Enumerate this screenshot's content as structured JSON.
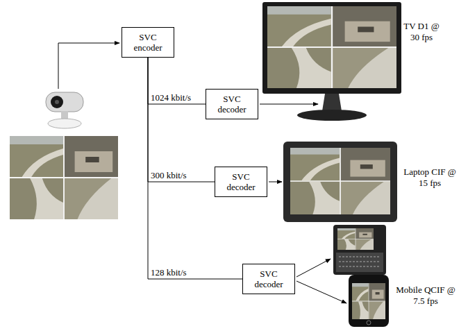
{
  "diagram": {
    "nodes": [
      {
        "text": [
          "SVC encoder"
        ]
      },
      {
        "text": [
          "SVC decoder"
        ]
      },
      {
        "text": [
          "SVC decoder"
        ]
      },
      {
        "text": [
          "SVC decoder"
        ]
      }
    ],
    "edges": [
      {
        "from": 0,
        "to": 1,
        "arrow": "none",
        "label": "1024 kbit/s"
      },
      {
        "from": 0,
        "to": 2,
        "arrow": "none",
        "label": "300 kbit/s"
      },
      {
        "from": 0,
        "to": 3,
        "arrow": "none",
        "label": "128 kbit/s"
      }
    ],
    "labels": [
      "TV D1 @ 30 fps",
      "Laptop CIF @ 15 fps",
      "Mobile QCIF @ 7.5 fps"
    ]
  }
}
